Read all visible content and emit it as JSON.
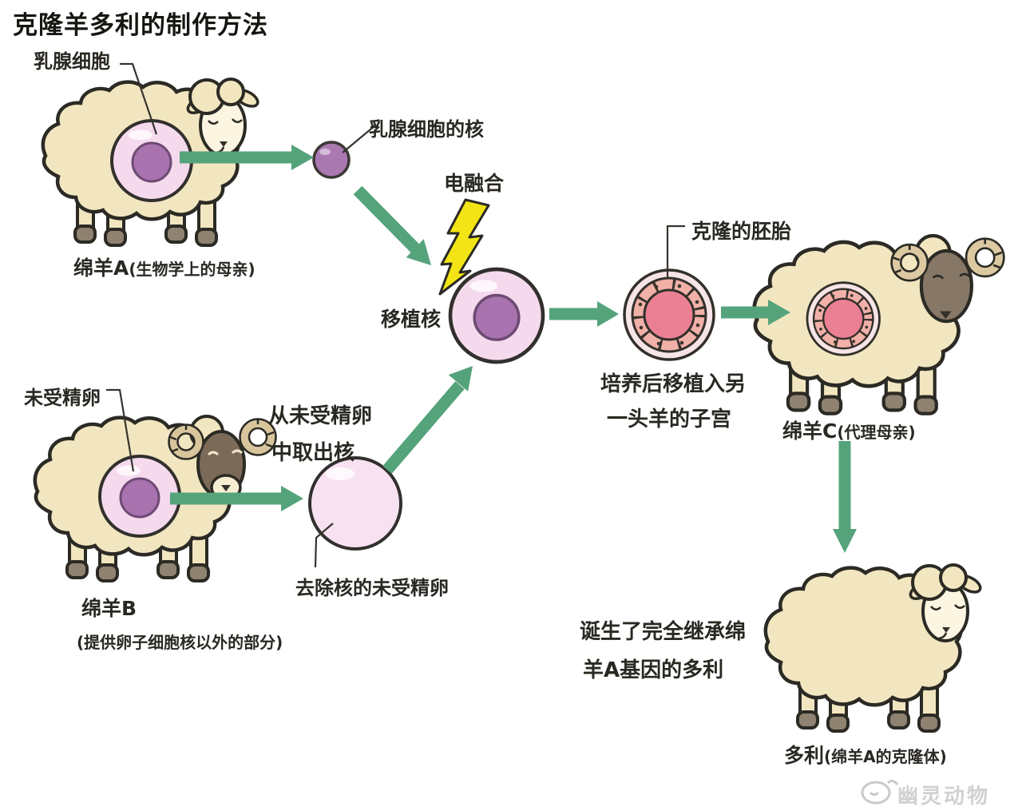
{
  "title": "克隆羊多利的制作方法",
  "labels": {
    "mammary_cell": "乳腺细胞",
    "mammary_nucleus": "乳腺细胞的核",
    "electrofusion": "电融合",
    "transplant_nucleus": "移植核",
    "cloned_embryo": "克隆的胚胎",
    "culture_line1": "培养后移植入另",
    "culture_line2": "一头羊的子宫",
    "unfertilized_egg": "未受精卵",
    "extract_line1": "从未受精卵",
    "extract_line2": "中取出核",
    "enucleated_egg": "去除核的未受精卵",
    "birth_line1": "诞生了完全继承绵",
    "birth_line2": "羊A基因的多利"
  },
  "sheep_a": {
    "name": "绵羊A",
    "role": "(生物学上的母亲)"
  },
  "sheep_b": {
    "name": "绵羊B",
    "role": "(提供卵子细胞核以外的部分)"
  },
  "sheep_c": {
    "name": "绵羊C",
    "role": "(代理母亲)"
  },
  "dolly": {
    "name": "多利",
    "role": "(绵羊A的克隆体)"
  },
  "watermark": {
    "text": "幽灵动物"
  },
  "colors": {
    "arrow_green": "#55a37b",
    "sheep_body": "#f2e6c0",
    "cell_pink": "#f5daee",
    "nucleus_purple": "#a873ae",
    "embryo_ring": "#f1b0a8",
    "embryo_core": "#eb8095",
    "lightning_yellow": "#f3e515"
  }
}
